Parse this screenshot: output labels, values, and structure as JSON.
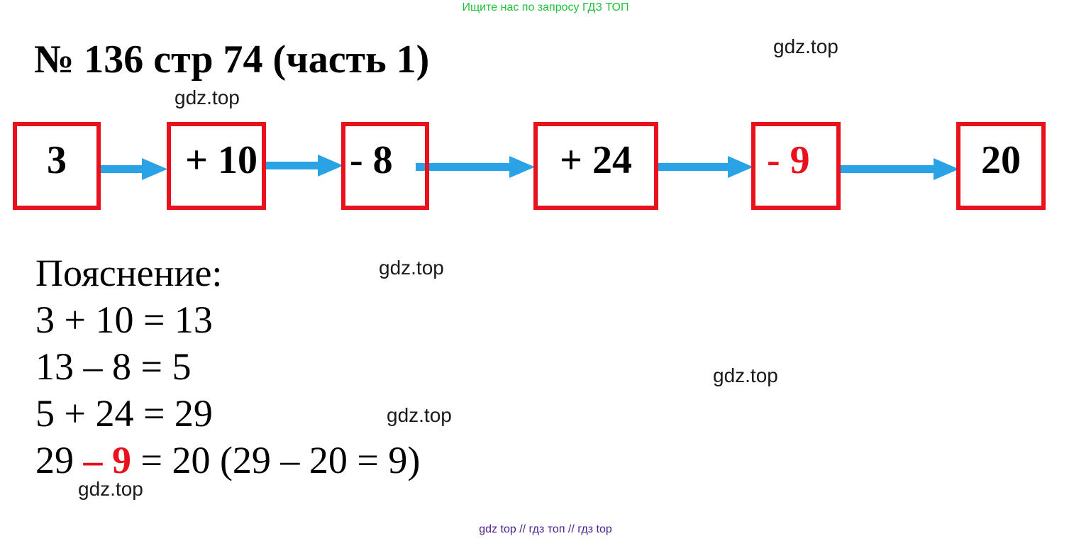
{
  "banner": "Ищите нас по запросу ГДЗ ТОП",
  "title": "№ 136 стр 74 (часть 1)",
  "watermarks": [
    "gdz.top",
    "gdz.top",
    "gdz.top",
    "gdz.top",
    "gdz.top",
    "gdz.top"
  ],
  "chain": [
    {
      "text": "3"
    },
    {
      "text": "+ 10"
    },
    {
      "text": "- 8"
    },
    {
      "text": "+ 24"
    },
    {
      "text": "- 9"
    },
    {
      "text": "20"
    }
  ],
  "explanation": {
    "heading": "Пояснение:",
    "line1": "3 + 10 = 13",
    "line2": "13 – 8 = 5",
    "line3": "5 + 24 = 29",
    "line4_start": "29 ",
    "line4_op": "– 9",
    "line4_end": " = 20 (29 – 20 = 9)"
  },
  "footer": "gdz top  //  гдз топ  //  гдз top",
  "colors": {
    "box_border": "#e8111c",
    "arrow": "#2aa3e6",
    "highlight": "#e8111c",
    "banner": "#1fc23a",
    "footer": "#4b1f8f"
  }
}
